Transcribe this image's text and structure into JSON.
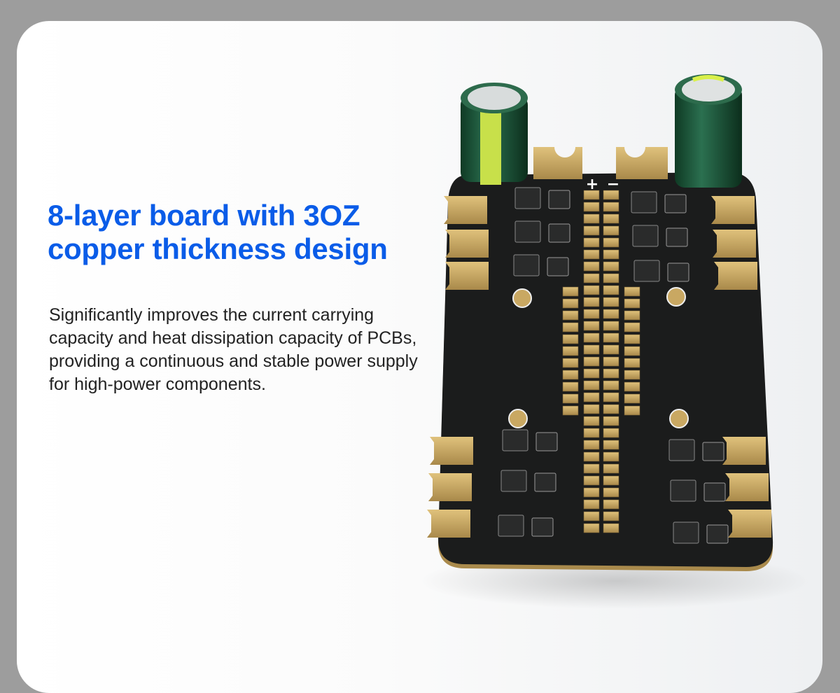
{
  "heading": {
    "line1": "8-layer board with 3OZ",
    "line2": "copper thickness design"
  },
  "description": "Significantly improves the current carrying capacity and heat dissipation capacity of PCBs, providing a continuous and stable power supply for high-power components.",
  "product_image": {
    "polarity_plus": "+",
    "polarity_minus": "−"
  },
  "colors": {
    "heading": "#0a5ce8",
    "board": "#1b1c1c",
    "gold": "#c9a862",
    "capacitor": "#1f5a3a"
  }
}
